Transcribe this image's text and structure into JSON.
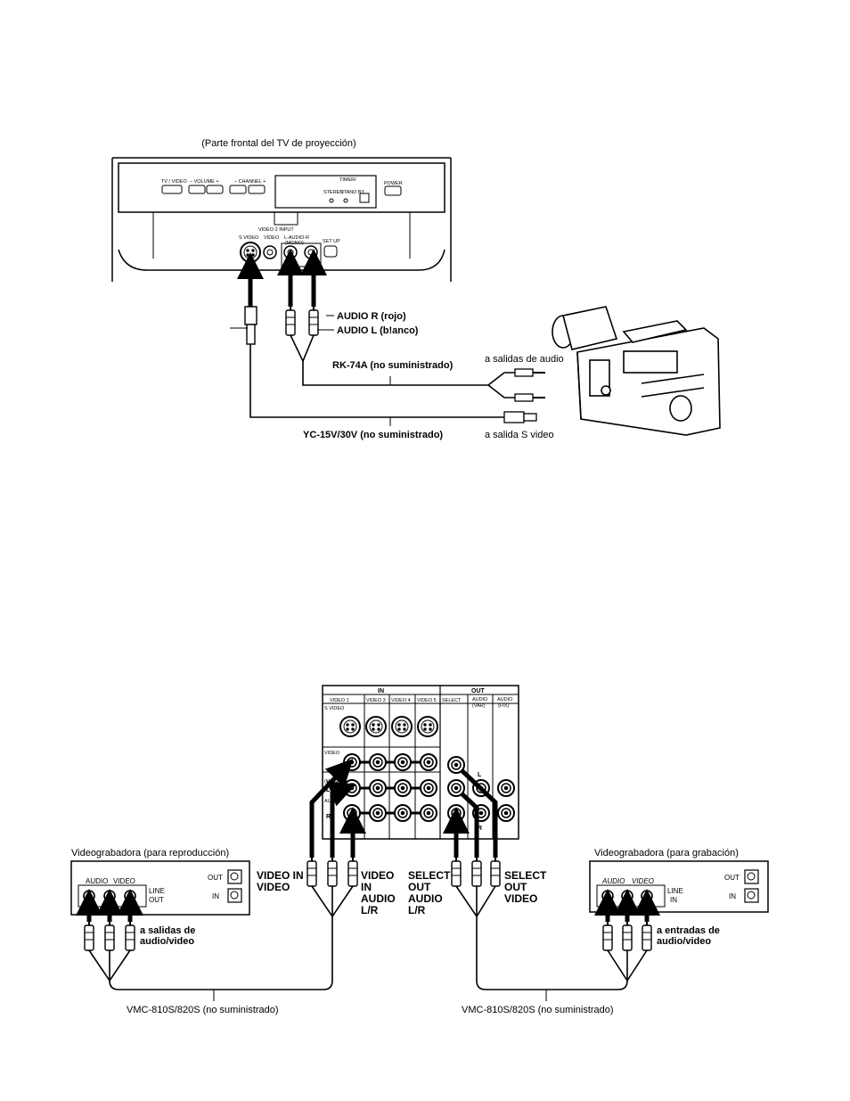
{
  "top": {
    "caption": "(Parte frontal del TV de proyección)",
    "panel": {
      "tv_video": "TV / VIDEO",
      "volume": "– VOLUME +",
      "channel": "– CHANNEL +",
      "timer": "TIMER/",
      "stereo": "STEREO",
      "standby": "STAND BY",
      "power": "POWER",
      "video2_input": "VIDEO 2 INPUT",
      "s_video": "S VIDEO",
      "video": "VIDEO",
      "audio_lr": "L-AUDIO-R",
      "mono": "(MONO)",
      "set_up": "SET UP"
    },
    "labels": {
      "audio_r": "AUDIO R (rojo)",
      "audio_l": "AUDIO L (b!anco)",
      "rk74a": "RK-74A (no suministrado)",
      "yc15v": "YC-15V/30V (no suministrado)",
      "audio_outputs": "a salidas de audio",
      "svideo_output": "a salida S video"
    }
  },
  "bottom": {
    "vcr_play_title": "Videograbadora (para reproducción)",
    "vcr_rec_title": "Videograbadora (para grabación)",
    "vcr_play": {
      "audio": "AUDIO",
      "video": "VIDEO",
      "line": "LINE",
      "out": "OUT",
      "out_jack": "OUT",
      "in_jack": "IN"
    },
    "vcr_rec": {
      "audio": "AUDIO",
      "video": "VIDEO",
      "line": "LINE",
      "in": "IN",
      "out_jack": "OUT",
      "in_jack": "IN"
    },
    "rear_panel": {
      "in": "IN",
      "out": "OUT",
      "video1": "VIDEO 1",
      "video3": "VIDEO 3",
      "video4": "VIDEO 4",
      "video5": "VIDEO 5",
      "select": "SELECT",
      "audio_var": "AUDIO",
      "var": "(VAR)",
      "audio_fix": "AUDIO",
      "fix": "(FIX)",
      "s_video": "S VIDEO",
      "video_row": "VIDEO",
      "l": "L",
      "r": "R",
      "mono": "(MONO)",
      "audio_row": "AUDIO"
    },
    "labels": {
      "video_in_1": "VIDEO IN",
      "video_in_2": "VIDEO",
      "video_in_audio_1": "VIDEO",
      "video_in_audio_2": "IN",
      "video_in_audio_3": "AUDIO",
      "video_in_audio_4": "L/R",
      "select_out_audio_1": "SELECT",
      "select_out_audio_2": "OUT",
      "select_out_audio_3": "AUDIO",
      "select_out_audio_4": "L/R",
      "select_out_video_1": "SELECT",
      "select_out_video_2": "OUT",
      "select_out_video_3": "VIDEO",
      "to_outputs_1": "a salidas de",
      "to_outputs_2": "audio/video",
      "to_inputs_1": "a entradas de",
      "to_inputs_2": "audio/video",
      "vmc_left": "VMC-810S/820S (no suministrado)",
      "vmc_right": "VMC-810S/820S (no suministrado)"
    }
  }
}
